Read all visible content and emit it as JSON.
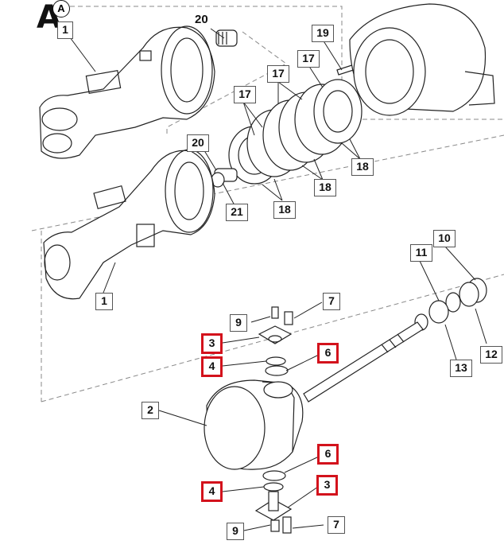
{
  "view": {
    "letter": "A",
    "circle_letter": "A"
  },
  "callouts": {
    "c1_top": "1",
    "c20_top": "20",
    "c19": "19",
    "c17_a": "17",
    "c17_b": "17",
    "c17_c": "17",
    "c18_a": "18",
    "c18_b": "18",
    "c18_c": "18",
    "c20_mid": "20",
    "c21": "21",
    "c1_mid": "1",
    "c10": "10",
    "c11": "11",
    "c12": "12",
    "c13": "13",
    "c7_top": "7",
    "c9_top": "9",
    "c3_top": "3",
    "c4_top": "4",
    "c6_top": "6",
    "c2": "2",
    "c6_bot": "6",
    "c3_bot": "3",
    "c4_bot": "4",
    "c9_bot": "9",
    "c7_bot": "7"
  },
  "colors": {
    "highlight": "#d3121c",
    "line": "#222222",
    "guide": "#888888"
  }
}
